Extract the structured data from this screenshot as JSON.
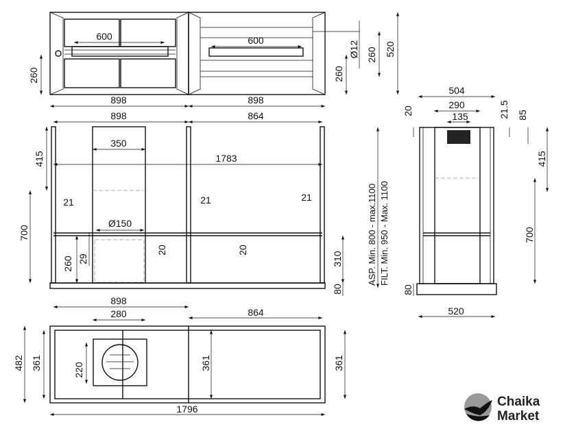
{
  "front_top": {
    "d600a": "600",
    "d600b": "600",
    "d12": "Ø12",
    "d260r": "260",
    "d520": "520",
    "d260l": "260",
    "d260r2": "260",
    "d898a": "898",
    "d898b": "898"
  },
  "front": {
    "d898": "898",
    "d864": "864",
    "d415": "415",
    "d350": "350",
    "d1783": "1783",
    "d700": "700",
    "d21a": "21",
    "d21b": "21",
    "d21c": "21",
    "d150": "Ø150",
    "d20a": "20",
    "d20b": "20",
    "d260": "260",
    "d29": "29",
    "d310": "310",
    "d80": "80"
  },
  "notes": {
    "asp": "ASP.   Min.  800  -  max.1100",
    "filt": "FILT.  Min.  950  -  Max.  1100"
  },
  "side": {
    "d504": "504",
    "d290": "290",
    "d135": "135",
    "d20": "20",
    "d215": "21.5",
    "d85": "85",
    "d415": "415",
    "d700": "700",
    "d80": "80",
    "d520": "520"
  },
  "plan": {
    "d898": "898",
    "d280": "280",
    "d864": "864",
    "d482": "482",
    "d361a": "361",
    "d220": "220",
    "d361b": "361",
    "d361c": "361",
    "d1796": "1796"
  },
  "logo": {
    "line1": "Chaika",
    "line2": "Market"
  }
}
